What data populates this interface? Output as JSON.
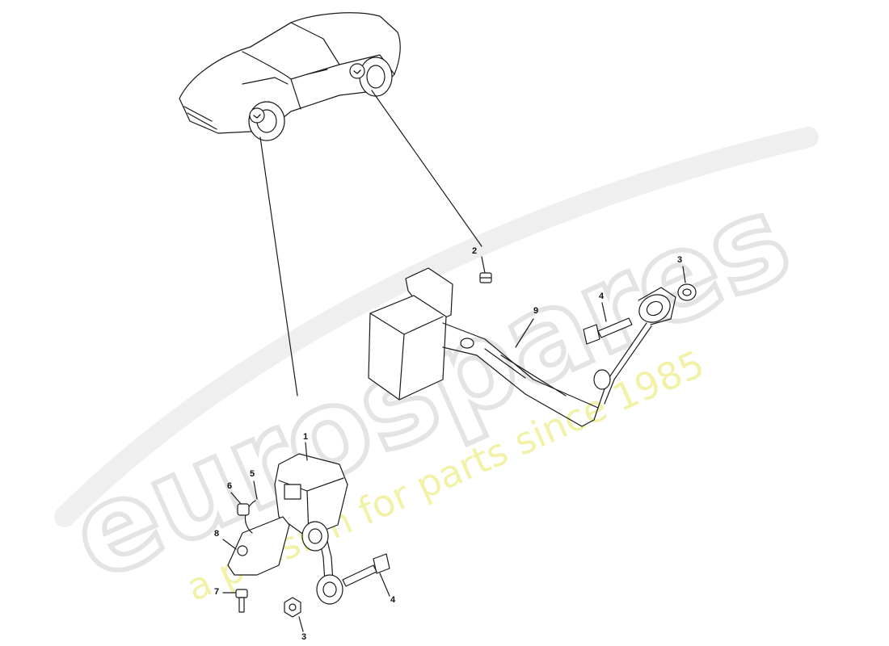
{
  "watermark": {
    "brand": "eurospares",
    "tagline": "a passion for parts since 1985",
    "brand_color": "#e8e8e8",
    "tagline_color": "#f3f3b0"
  },
  "callouts": [
    {
      "id": "c1",
      "label": "1"
    },
    {
      "id": "c2",
      "label": "2"
    },
    {
      "id": "c3a",
      "label": "3"
    },
    {
      "id": "c3b",
      "label": "3"
    },
    {
      "id": "c4a",
      "label": "4"
    },
    {
      "id": "c4b",
      "label": "4"
    },
    {
      "id": "c5",
      "label": "5"
    },
    {
      "id": "c6",
      "label": "6"
    },
    {
      "id": "c7",
      "label": "7"
    },
    {
      "id": "c8",
      "label": "8"
    },
    {
      "id": "c9",
      "label": "9"
    }
  ],
  "colors": {
    "line": "#1a1a1a",
    "fill": "#ffffff"
  }
}
